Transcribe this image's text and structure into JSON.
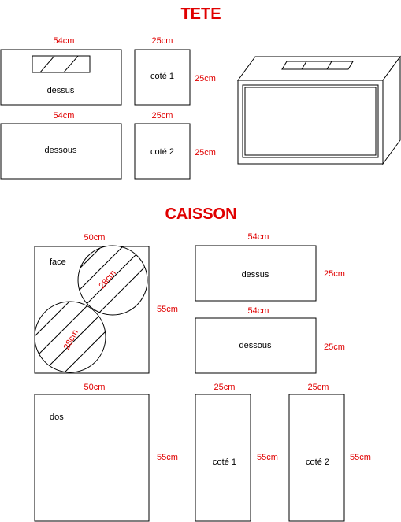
{
  "colors": {
    "dimension": "#e00000",
    "title": "#e00000",
    "stroke": "#000000"
  },
  "tete": {
    "title": "TETE",
    "dessus": {
      "width": "54cm",
      "label": "dessus"
    },
    "dessous": {
      "width": "54cm",
      "label": "dessous"
    },
    "cote1": {
      "width": "25cm",
      "height": "25cm",
      "label": "coté 1"
    },
    "cote2": {
      "width": "25cm",
      "height": "25cm",
      "label": "coté 2"
    }
  },
  "caisson": {
    "title": "CAISSON",
    "face": {
      "width": "50cm",
      "height": "55cm",
      "label": "face",
      "speaker_top": "28cm",
      "speaker_bottom": "28cm"
    },
    "dessus": {
      "width": "54cm",
      "height": "25cm",
      "label": "dessus"
    },
    "dessous": {
      "width": "54cm",
      "height": "25cm",
      "label": "dessous"
    },
    "dos": {
      "width": "50cm",
      "height": "55cm",
      "label": "dos"
    },
    "cote1": {
      "width": "25cm",
      "height": "55cm",
      "label": "coté 1"
    },
    "cote2": {
      "width": "25cm",
      "height": "55cm",
      "label": "coté 2"
    }
  }
}
